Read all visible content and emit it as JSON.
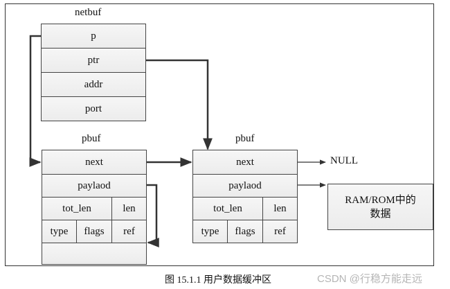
{
  "netbuf": {
    "title": "netbuf",
    "fields": [
      "p",
      "ptr",
      "addr",
      "port"
    ]
  },
  "pbuf_left": {
    "title": "pbuf",
    "next": "next",
    "payload": "paylaod",
    "tot_len": "tot_len",
    "len": "len",
    "type": "type",
    "flags": "flags",
    "ref": "ref"
  },
  "pbuf_right": {
    "title": "pbuf",
    "next": "next",
    "payload": "paylaod",
    "tot_len": "tot_len",
    "len": "len",
    "type": "type",
    "flags": "flags",
    "ref": "ref"
  },
  "null_label": "NULL",
  "ram_box": {
    "line1": "RAM/ROM中的",
    "line2": "数据"
  },
  "caption": "图 15.1.1 用户数据缓冲区",
  "watermark": "CSDN @行稳方能走远",
  "colors": {
    "line": "#333333",
    "cell_fill": "#eeeeee",
    "frame": "#333333",
    "watermark": "#b5b5b5"
  }
}
